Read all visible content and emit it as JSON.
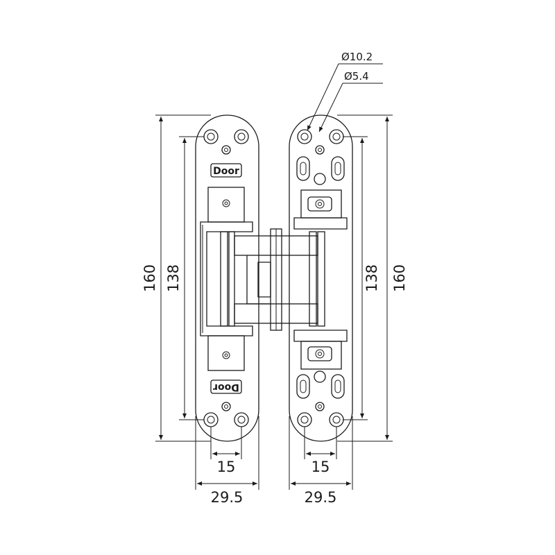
{
  "annotations": {
    "diameter_large": "Ø10.2",
    "diameter_small": "Ø5.4"
  },
  "left_plate": {
    "height_total": "160",
    "height_holes": "138",
    "hole_spacing": "15",
    "width": "29.5",
    "label_top": "Door",
    "label_bottom": "Door"
  },
  "right_plate": {
    "height_total": "160",
    "height_holes": "138",
    "hole_spacing": "15",
    "width": "29.5"
  },
  "colors": {
    "line": "#1a1a1a",
    "background": "#ffffff"
  }
}
